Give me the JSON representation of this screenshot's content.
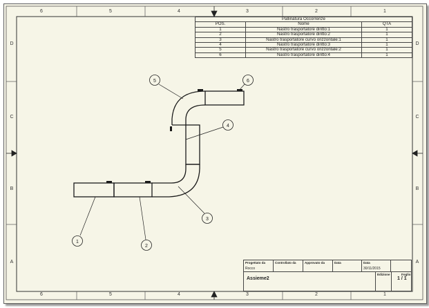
{
  "zones": {
    "top": [
      "6",
      "5",
      "4",
      "3",
      "2",
      "1"
    ],
    "bottom": [
      "6",
      "5",
      "4",
      "3",
      "2",
      "1"
    ],
    "left": [
      "D",
      "C",
      "B",
      "A"
    ],
    "right": [
      "D",
      "C",
      "B",
      "A"
    ]
  },
  "bom": {
    "title": "Pallinatura Occorrenze",
    "headers": {
      "pos": "POS.",
      "name": "Nome",
      "qty": "QTA"
    },
    "rows": [
      {
        "pos": "1",
        "name": "Nastro trasportatore diritto:1",
        "qty": "1"
      },
      {
        "pos": "2",
        "name": "Nastro trasportatore diritto:2",
        "qty": "1"
      },
      {
        "pos": "3",
        "name": "Nastro trasportatore curvo orizzontale:1",
        "qty": "1"
      },
      {
        "pos": "4",
        "name": "Nastro trasportatore diritto:3",
        "qty": "1"
      },
      {
        "pos": "5",
        "name": "Nastro trasportatore curvo orizzontale:2",
        "qty": "1"
      },
      {
        "pos": "6",
        "name": "Nastro trasportatore diritto:4",
        "qty": "1"
      }
    ]
  },
  "title_block": {
    "designed_by_label": "Progettato da",
    "designed_by_value": "Rocco",
    "checked_by_label": "Controllato da",
    "approved_by_label": "Approvato da",
    "date_label_1": "Data",
    "date_label_2": "Data",
    "date_value": "30/11/2015",
    "title_value": "Assieme2",
    "edition_label": "Edizione",
    "sheet_label": "Foglio",
    "sheet_value": "1 / 1"
  },
  "balloons": [
    "1",
    "2",
    "3",
    "4",
    "5",
    "6"
  ]
}
